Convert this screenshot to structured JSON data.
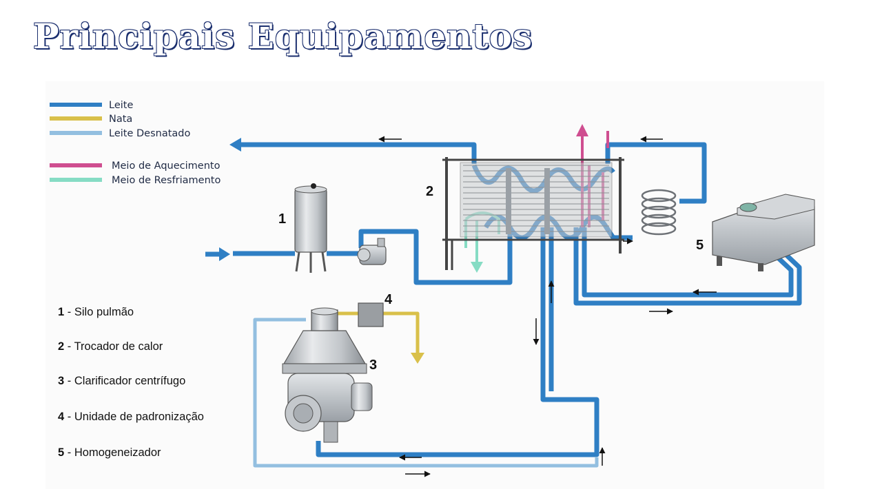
{
  "title": "Principais Equipamentos",
  "colors": {
    "leite": "#2f7fc4",
    "nata": "#d9c04a",
    "leite_desnatado": "#93bfe0",
    "meio_aquecimento": "#cf4e90",
    "meio_resfriamento": "#86dcc4",
    "title_outline": "#1a2e6e"
  },
  "legend": {
    "items": [
      {
        "label": "Leite",
        "color": "#2f7fc4"
      },
      {
        "label": "Nata",
        "color": "#d9c04a"
      },
      {
        "label": "Leite Desnatado",
        "color": "#93bfe0"
      },
      {
        "label": "Meio de Aquecimento",
        "color": "#cf4e90"
      },
      {
        "label": "Meio de Resfriamento",
        "color": "#86dcc4"
      }
    ]
  },
  "markers": [
    "1",
    "2",
    "3",
    "4",
    "5"
  ],
  "key": [
    {
      "num": "1",
      "sep": " - ",
      "text": "Silo pulmão"
    },
    {
      "num": "2",
      "sep": " - ",
      "text": "Trocador de calor"
    },
    {
      "num": "3",
      "sep": " - ",
      "text": "Clarificador centrífugo"
    },
    {
      "num": "4",
      "sep": " - ",
      "text": "Unidade de padronização"
    },
    {
      "num": "5",
      "sep": " - ",
      "text": "Homogeneizador"
    }
  ]
}
